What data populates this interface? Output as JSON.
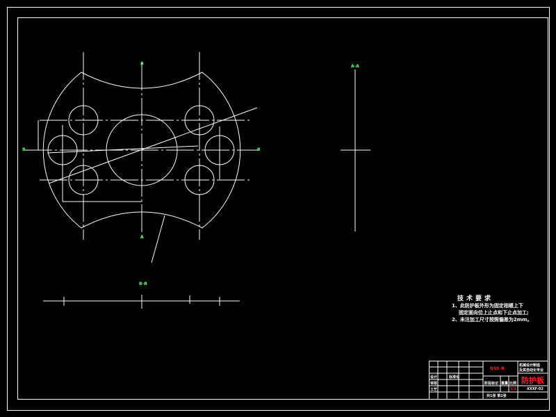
{
  "drawing": {
    "section_label": "B-B",
    "view_label": "A-A",
    "point_labels": {
      "left": "B",
      "right": "B",
      "top": "A",
      "bottom": "A"
    }
  },
  "tech_requirements": {
    "title": "技术要求",
    "items": [
      "1、此防护板外形为固定相缠上下",
      "   固定面向位上止点和下止点加工;",
      "2、未注加工尺寸按照偏差为2mm。"
    ]
  },
  "title_block": {
    "part_name": "防护板",
    "drawing_code": "QSS-B",
    "org": [
      "机械设计制造",
      "及其自动化专业"
    ],
    "stage_header": [
      "阶段标记",
      "重量",
      "比例"
    ],
    "scale": "1:1",
    "sheets": "共1张 第2张",
    "drawing_no": "XXXF-02",
    "left_labels": [
      "设计",
      "审核",
      "工艺",
      "标准化"
    ],
    "colors": {
      "lines": "#ffffff",
      "title": "#ff2020"
    }
  }
}
